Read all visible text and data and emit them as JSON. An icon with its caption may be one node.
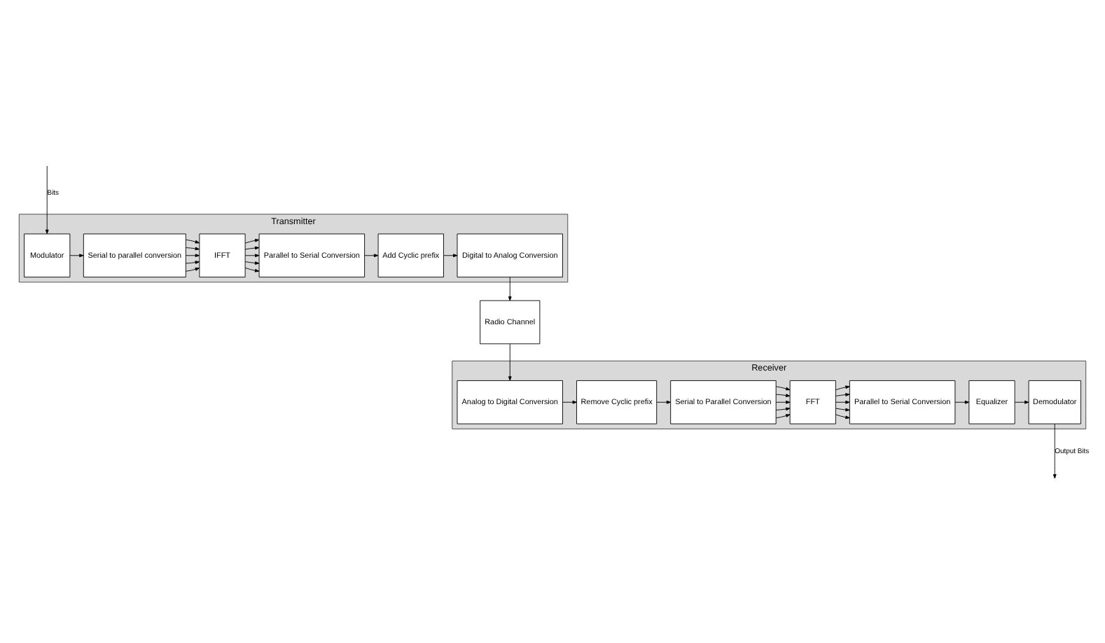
{
  "diagram": {
    "nodes": [
      {
        "text": [
          "Transmitter"
        ]
      },
      {
        "text": [
          "Modulator"
        ],
        "in": 0
      },
      {
        "text": [
          "Serial to parallel conversion"
        ],
        "in": 0
      },
      {
        "text": [
          "IFFT"
        ],
        "in": 0
      },
      {
        "text": [
          "Parallel to Serial Conversion"
        ],
        "in": 0
      },
      {
        "text": [
          "Add Cyclic prefix"
        ],
        "in": 0
      },
      {
        "text": [
          "Digital to Analog Conversion"
        ],
        "in": 0
      },
      {
        "text": [
          "Radio Channel"
        ]
      },
      {
        "text": [
          "Receiver"
        ]
      },
      {
        "text": [
          "Analog to Digital Conversion"
        ],
        "in": 8
      },
      {
        "text": [
          "Remove Cyclic prefix"
        ],
        "in": 8
      },
      {
        "text": [
          "Serial to Parallel Conversion"
        ],
        "in": 8
      },
      {
        "text": [
          "FFT"
        ],
        "in": 8
      },
      {
        "text": [
          "Parallel to Serial Conversion"
        ],
        "in": 8
      },
      {
        "text": [
          "Equalizer"
        ],
        "in": 8
      },
      {
        "text": [
          "Demodulator"
        ],
        "in": 8
      }
    ],
    "edges": [
      {
        "from": null,
        "to": 1,
        "arrow": "to",
        "label": "Bits"
      },
      {
        "from": 1,
        "to": 2,
        "arrow": "to"
      },
      {
        "from": 2,
        "to": 3,
        "arrow": "to"
      },
      {
        "from": 2,
        "to": 3,
        "arrow": "to"
      },
      {
        "from": 2,
        "to": 3,
        "arrow": "to"
      },
      {
        "from": 2,
        "to": 3,
        "arrow": "to"
      },
      {
        "from": 2,
        "to": 3,
        "arrow": "to"
      },
      {
        "from": 3,
        "to": 4,
        "arrow": "to"
      },
      {
        "from": 3,
        "to": 4,
        "arrow": "to"
      },
      {
        "from": 3,
        "to": 4,
        "arrow": "to"
      },
      {
        "from": 3,
        "to": 4,
        "arrow": "to"
      },
      {
        "from": 3,
        "to": 4,
        "arrow": "to"
      },
      {
        "from": 4,
        "to": 5,
        "arrow": "to"
      },
      {
        "from": 5,
        "to": 6,
        "arrow": "to"
      },
      {
        "from": 6,
        "to": 7,
        "arrow": "to"
      },
      {
        "from": 7,
        "to": 9,
        "arrow": "to"
      },
      {
        "from": 9,
        "to": 10,
        "arrow": "to"
      },
      {
        "from": 10,
        "to": 11,
        "arrow": "to"
      },
      {
        "from": 11,
        "to": 12,
        "arrow": "to"
      },
      {
        "from": 11,
        "to": 12,
        "arrow": "to"
      },
      {
        "from": 11,
        "to": 12,
        "arrow": "to"
      },
      {
        "from": 11,
        "to": 12,
        "arrow": "to"
      },
      {
        "from": 11,
        "to": 12,
        "arrow": "to"
      },
      {
        "from": 12,
        "to": 13,
        "arrow": "to"
      },
      {
        "from": 12,
        "to": 13,
        "arrow": "to"
      },
      {
        "from": 12,
        "to": 13,
        "arrow": "to"
      },
      {
        "from": 12,
        "to": 13,
        "arrow": "to"
      },
      {
        "from": 12,
        "to": 13,
        "arrow": "to"
      },
      {
        "from": 13,
        "to": 14,
        "arrow": "to"
      },
      {
        "from": 14,
        "to": 15,
        "arrow": "to"
      },
      {
        "from": 15,
        "to": null,
        "arrow": "to",
        "label": "Output Bits"
      }
    ]
  }
}
